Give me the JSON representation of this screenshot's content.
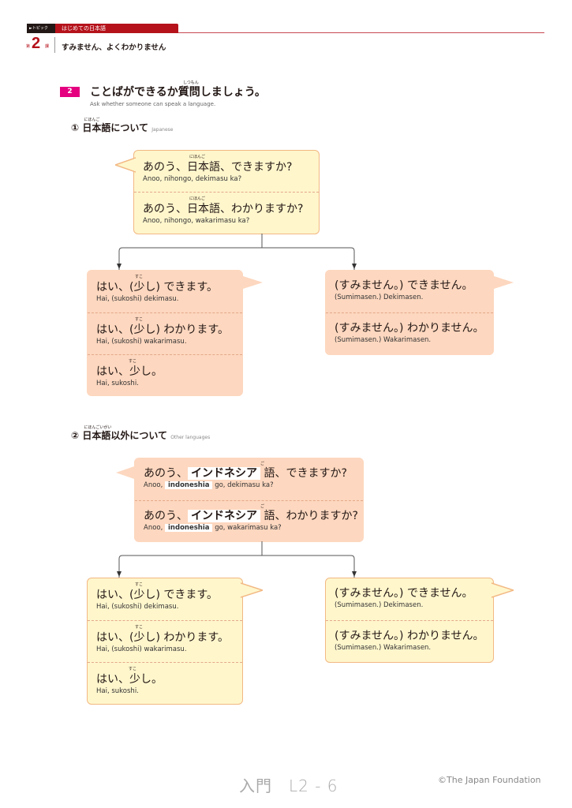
{
  "header": {
    "topic_tag": "►トピック",
    "topic_title": "はじめての日本語",
    "lesson_prefix": "第",
    "lesson_number": "2",
    "lesson_suffix": "課",
    "lesson_title": "すみません、よくわかりません"
  },
  "section": {
    "badge": "2",
    "title": "ことばができるか質問しましょう。",
    "title_ruby": "しつもん",
    "subtitle": "Ask whether someone can speak a language."
  },
  "part1": {
    "heading_num": "①",
    "heading": "日本語について",
    "heading_ruby": "にほんご",
    "heading_en": "Japanese",
    "question": [
      {
        "jp": "あのう、日本語、できますか?",
        "ruby": "にほんご",
        "en": "Anoo, nihongo, dekimasu ka?"
      },
      {
        "jp": "あのう、日本語、わかりますか?",
        "ruby": "にほんご",
        "en": "Anoo, nihongo, wakarimasu ka?"
      }
    ],
    "yes": [
      {
        "jp": "はい、(少し) できます。",
        "ruby": "すこ",
        "en": "Hai, (sukoshi) dekimasu."
      },
      {
        "jp": "はい、(少し) わかります。",
        "ruby": "すこ",
        "en": "Hai, (sukoshi) wakarimasu."
      },
      {
        "jp": "はい、少し。",
        "ruby": "すこ",
        "en": "Hai, sukoshi."
      }
    ],
    "no": [
      {
        "jp": "(すみません。) できません。",
        "en": "(Sumimasen.) Dekimasen."
      },
      {
        "jp": "(すみません。) わかりません。",
        "en": "(Sumimasen.) Wakarimasen."
      }
    ]
  },
  "part2": {
    "heading_num": "②",
    "heading": "日本語以外について",
    "heading_ruby": "にほんごいがい",
    "heading_en": "Other languages",
    "question": [
      {
        "jp_pre": "あのう、",
        "jp_hl": "インドネシア",
        "jp_post": "語、できますか?",
        "ruby": "ご",
        "en_pre": "Anoo, ",
        "en_hl": "indoneshia",
        "en_post": "go, dekimasu ka?"
      },
      {
        "jp_pre": "あのう、",
        "jp_hl": "インドネシア",
        "jp_post": "語、わかりますか?",
        "ruby": "ご",
        "en_pre": "Anoo, ",
        "en_hl": "indoneshia",
        "en_post": "go, wakarimasu ka?"
      }
    ],
    "yes": [
      {
        "jp": "はい、(少し) できます。",
        "ruby": "すこ",
        "en": "Hai, (sukoshi) dekimasu."
      },
      {
        "jp": "はい、(少し) わかります。",
        "ruby": "すこ",
        "en": "Hai, (sukoshi) wakarimasu."
      },
      {
        "jp": "はい、少し。",
        "ruby": "すこ",
        "en": "Hai, sukoshi."
      }
    ],
    "no": [
      {
        "jp": "(すみません。) できません。",
        "en": "(Sumimasen.) Dekimasen."
      },
      {
        "jp": "(すみません。) わかりません。",
        "en": "(Sumimasen.) Wakarimasen."
      }
    ]
  },
  "footer": {
    "page": "入門　L2 - 6",
    "copyright": "©The Japan Foundation"
  },
  "colors": {
    "brand_red": "#b5121b",
    "badge_magenta": "#e4007f",
    "bubble_yellow": "#fff6cc",
    "bubble_peach": "#fdd7bf",
    "bubble_border": "#f2b883"
  }
}
